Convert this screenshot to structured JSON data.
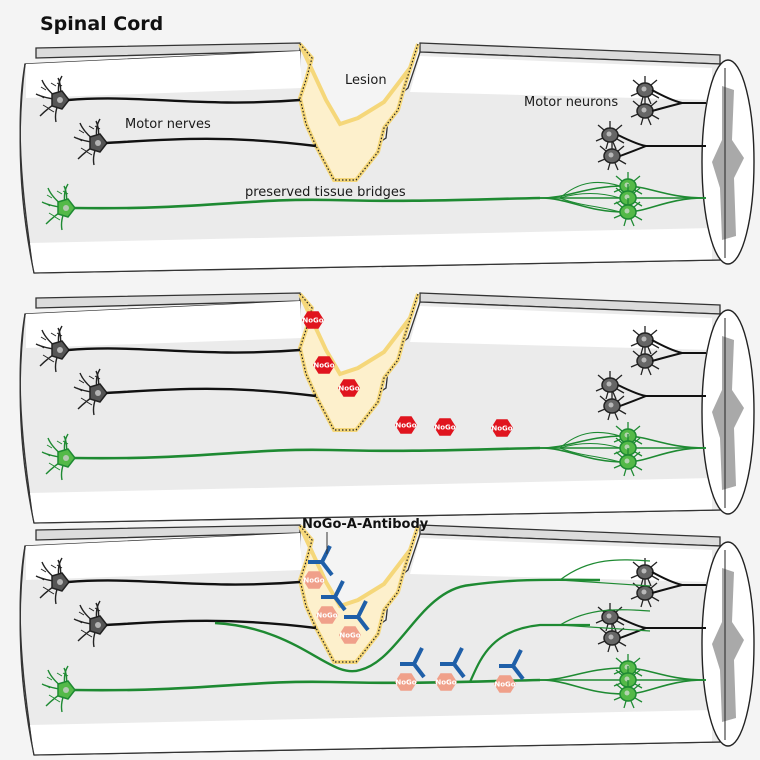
{
  "title": "Spinal Cord",
  "colors": {
    "background": "#f4f4f4",
    "cord_tissue": "#ebebeb",
    "cord_highlight": "#ffffff",
    "lesion_fill": "#fdf0cc",
    "lesion_edge": "#f5d77a",
    "motor_nerve": "#1a1a1a",
    "neuron_body": "#555555",
    "green_axon": "#1e8a32",
    "green_body": "#54b948",
    "nogo_active": "#e0141e",
    "nogo_blocked": "#f0a08a",
    "antibody": "#1f5fa8",
    "gray_matter": "#a9a9a9"
  },
  "panels": [
    {
      "id": "normal-injury",
      "labels": {
        "lesion": "Lesion",
        "motor_nerves": "Motor nerves",
        "motor_neurons": "Motor neurons",
        "tissue_bridges": "preserved tissue bridges"
      },
      "nogo_count": 0
    },
    {
      "id": "nogo-inhibition",
      "nogo_label": "NoGo",
      "nogo_count": 6
    },
    {
      "id": "antibody-treatment",
      "antibody_label": "NoGo-A-Antibody",
      "nogo_label": "NoGo",
      "nogo_count": 6,
      "antibody_count": 6
    }
  ]
}
